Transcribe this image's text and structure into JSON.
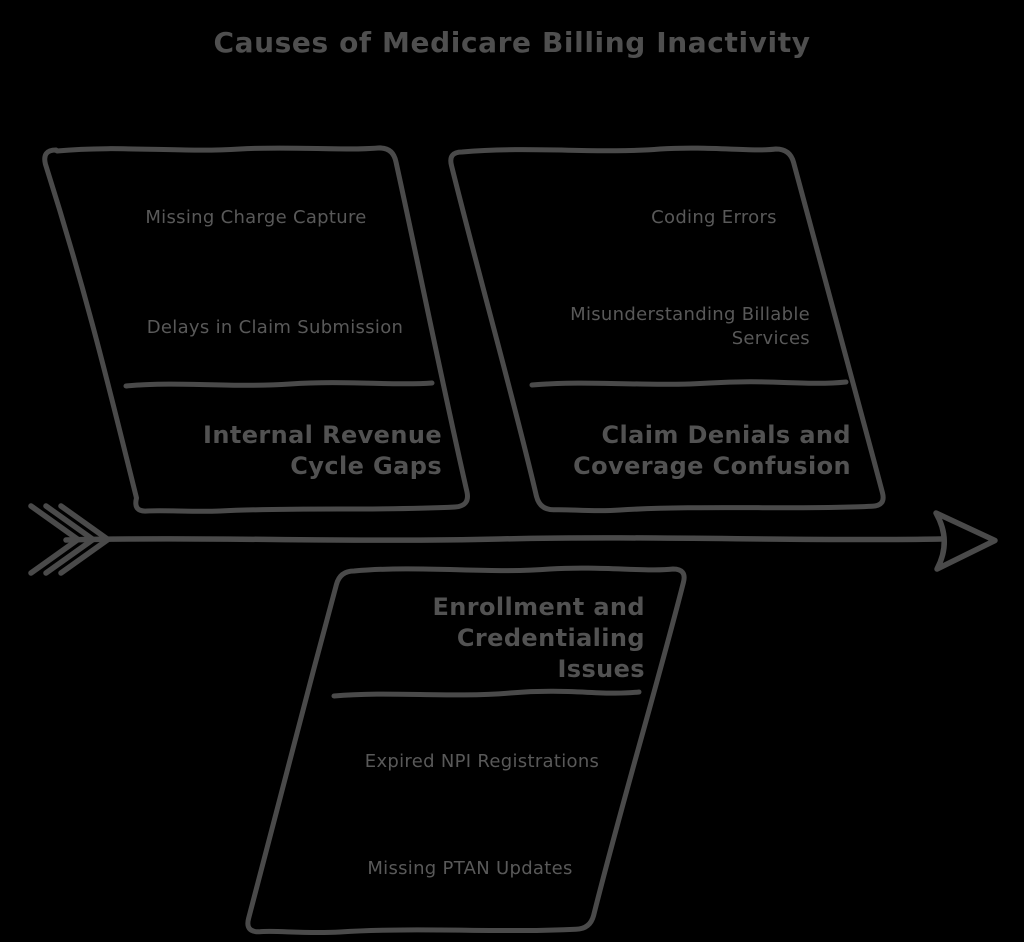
{
  "title": "Causes of Medicare Billing Inactivity",
  "diagram_type": "fishbone",
  "colors": {
    "background": "#000000",
    "stroke": "#4a4a4a",
    "cause_text": "#595959",
    "branch_title_text": "#525252",
    "main_title_text": "#4f4f4f"
  },
  "spine": {
    "icon": "arrow-right-icon",
    "fletching_icon": "arrow-feathers-icon"
  },
  "branches": [
    {
      "title": "Internal Revenue Cycle Gaps",
      "causes": [
        "Missing Charge Capture",
        "Delays in Claim Submission"
      ]
    },
    {
      "title": "Claim Denials and Coverage Confusion",
      "causes": [
        "Coding Errors",
        "Misunderstanding Billable Services"
      ]
    },
    {
      "title": "Enrollment and Credentialing Issues",
      "causes": [
        "Expired NPI Registrations",
        "Missing PTAN Updates"
      ]
    }
  ]
}
